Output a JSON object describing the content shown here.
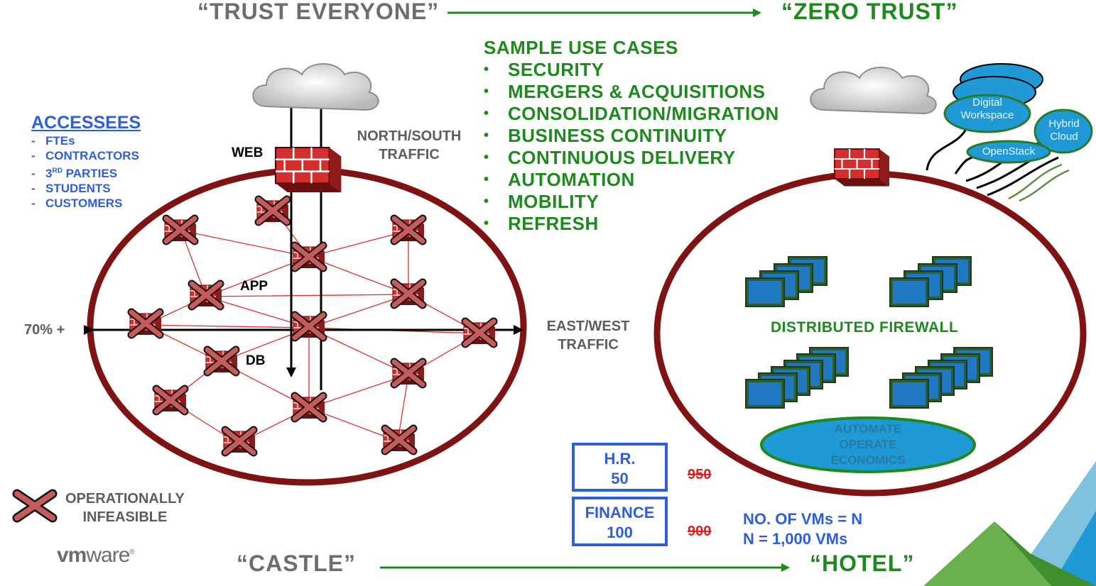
{
  "header": {
    "left_title": "“TRUST EVERYONE”",
    "right_title": "“ZERO TRUST”"
  },
  "footer": {
    "left_title": "“CASTLE”",
    "right_title": "“HOTEL”",
    "logo_text": "vmware"
  },
  "use_cases": {
    "title": "SAMPLE USE CASES",
    "items": [
      "SECURITY",
      "MERGERS & ACQUISITIONS",
      "CONSOLIDATION/MIGRATION",
      "BUSINESS CONTINUITY",
      "CONTINUOUS DELIVERY",
      "AUTOMATION",
      "MOBILITY",
      "REFRESH"
    ]
  },
  "accessees": {
    "title": "ACCESSEES",
    "items": [
      "FTEs",
      "CONTRACTORS",
      "3RD PARTIES",
      "STUDENTS",
      "CUSTOMERS"
    ]
  },
  "castle": {
    "web_label": "WEB",
    "app_label": "APP",
    "db_label": "DB",
    "north_south_line1": "NORTH/SOUTH",
    "north_south_line2": "TRAFFIC",
    "east_west_line1": "EAST/WEST",
    "east_west_line2": "TRAFFIC",
    "percent_label": "70% +"
  },
  "legend": {
    "line1": "OPERATIONALLY",
    "line2": "INFEASIBLE"
  },
  "hotel": {
    "dfw_label": "DISTRIBUTED FIREWALL",
    "cloud_digital_line1": "Digital",
    "cloud_digital_line2": "Workspace",
    "cloud_hybrid_line1": "Hybrid",
    "cloud_hybrid_line2": "Cloud",
    "cloud_openstack": "OpenStack",
    "automate_line1": "AUTOMATE",
    "automate_line2": "OPERATE",
    "automate_line3": "ECONOMICS"
  },
  "segments": {
    "hr_name": "H.R.",
    "hr_count": "50",
    "hr_struck": "950",
    "fin_name": "FINANCE",
    "fin_count": "100",
    "fin_struck": "900",
    "vm_line1": "NO. OF VMs = N",
    "vm_line2": "N = 1,000 VMs"
  },
  "colors": {
    "grey_title": "#6d6d6d",
    "green": "#1e8a1e",
    "blue": "#2f5fd6",
    "ellipse": "#7f1212",
    "firewall": "#c62828",
    "x_mark": "#c65b5b",
    "screen": "#1f78c1"
  },
  "icons": [
    "cloud-icon",
    "firewall-icon",
    "x-mark-icon",
    "vm-screen-icon",
    "vmware-logo"
  ]
}
